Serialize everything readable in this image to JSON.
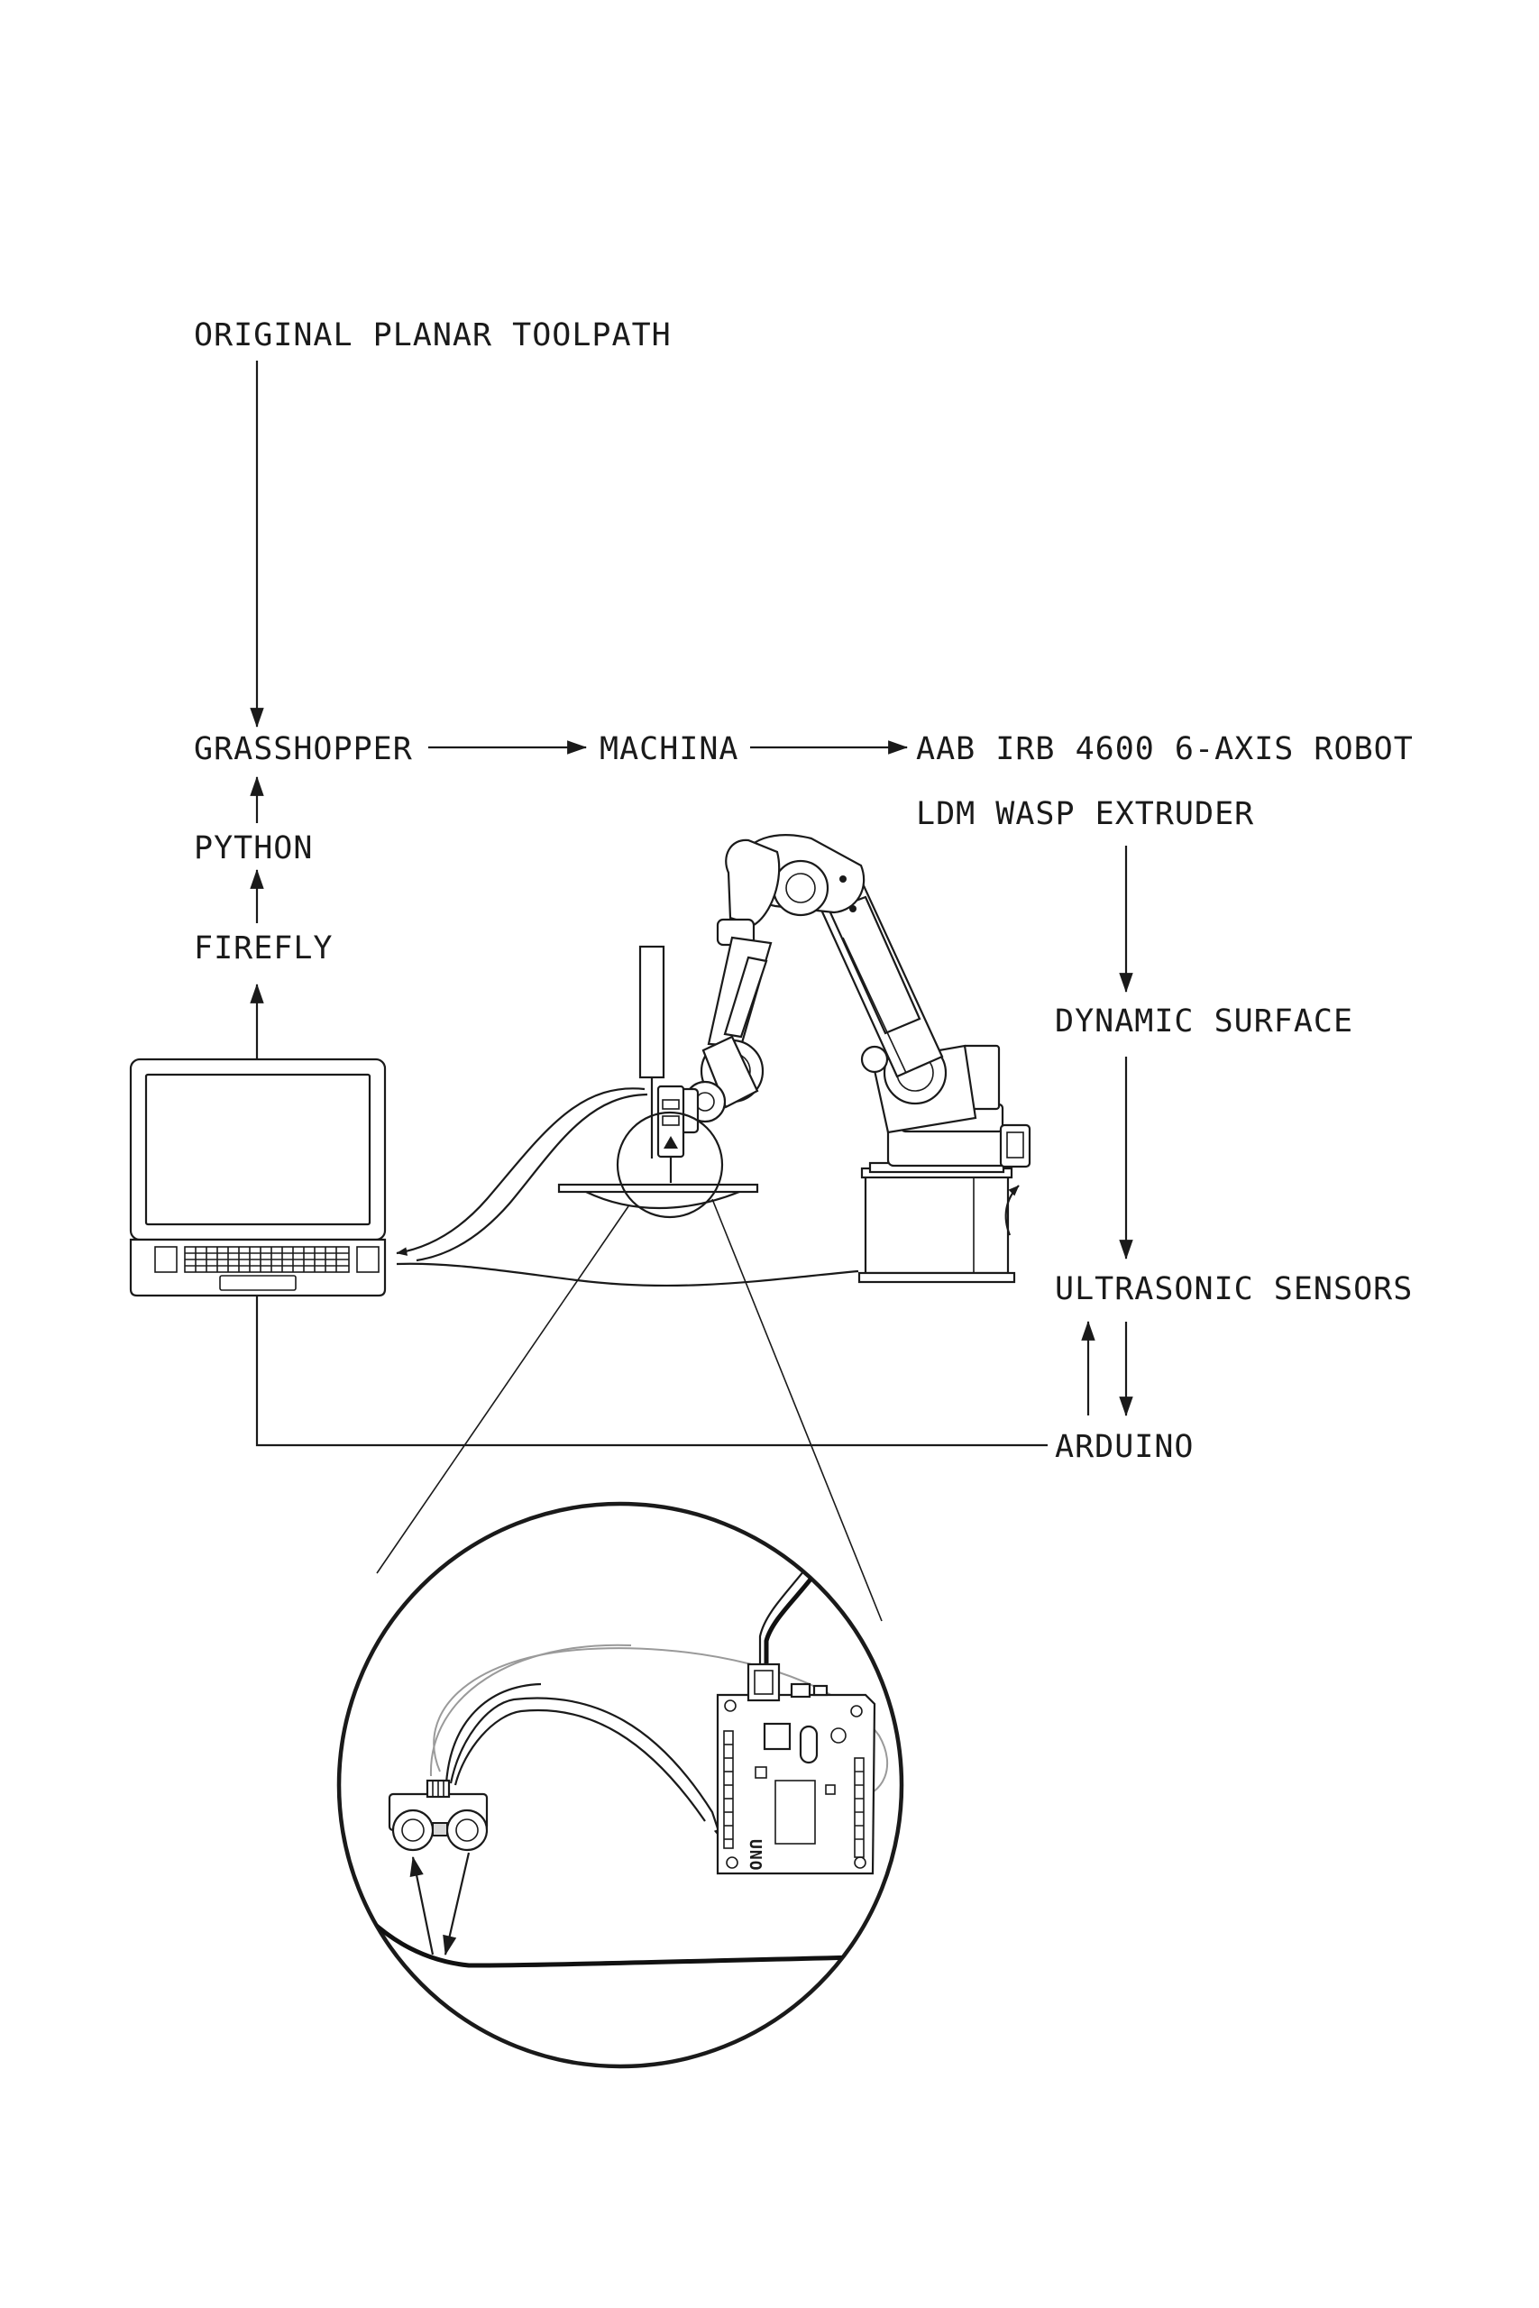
{
  "labels": {
    "original_toolpath": "ORIGINAL PLANAR TOOLPATH",
    "grasshopper": "GRASSHOPPER",
    "machina": "MACHINA",
    "robot": "AAB IRB 4600 6-AXIS ROBOT",
    "extruder": "LDM WASP EXTRUDER",
    "python": "PYTHON",
    "firefly": "FIREFLY",
    "dynamic_surface": "DYNAMIC SURFACE",
    "ultrasonic_sensors": "ULTRASONIC SENSORS",
    "arduino": "ARDUINO"
  },
  "board_text": "UNO",
  "colors": {
    "ink": "#1a1a1a",
    "background": "#ffffff",
    "secondary_wire": "#9a9a9a"
  },
  "icons": [
    "laptop-icon",
    "robot-arm-icon",
    "extruder-icon",
    "arduino-board-icon",
    "ultrasonic-sensor-icon"
  ]
}
